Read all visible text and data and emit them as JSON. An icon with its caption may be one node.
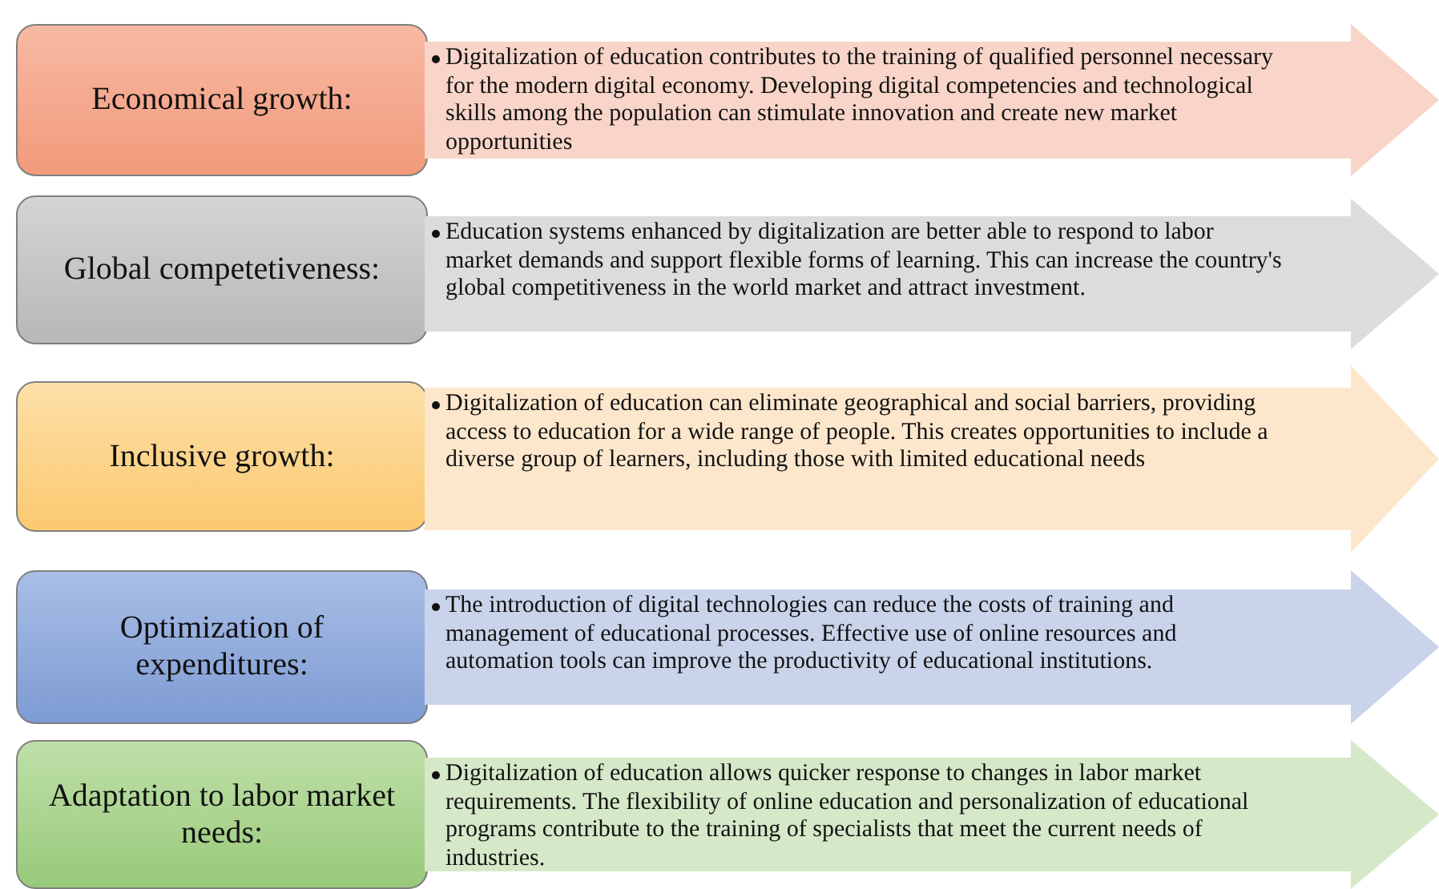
{
  "diagram": {
    "nodes": [
      {
        "text": [
          "Economical growth:"
        ]
      },
      {
        "text": [
          "Digitalization of education contributes to the training of qualified personnel necessary for the modern digital economy. Developing digital competencies and technological skills among the population can stimulate innovation and create new market opportunities"
        ]
      },
      {
        "text": [
          "Global competetiveness:"
        ]
      },
      {
        "text": [
          "Education systems enhanced by digitalization are better able to respond to labor market demands and support flexible forms of learning. This can increase the country's global competitiveness in the world market and attract investment."
        ]
      },
      {
        "text": [
          "Inclusive growth:"
        ]
      },
      {
        "text": [
          "Digitalization of education can eliminate geographical and social barriers, providing access to education for a wide range of people. This creates opportunities to include a diverse group of learners, including those with limited educational needs"
        ]
      },
      {
        "text": [
          "Optimization of expenditures:"
        ]
      },
      {
        "text": [
          "The introduction of digital technologies can reduce the costs of training and management of educational processes. Effective use of online resources and automation tools can improve the productivity of educational institutions."
        ]
      },
      {
        "text": [
          "Adaptation to labor market needs:"
        ]
      },
      {
        "text": [
          "Digitalization of education allows quicker response to changes in labor market requirements. The flexibility of online education and personalization of educational programs contribute to the training of specialists that meet the current needs of industries."
        ]
      }
    ]
  }
}
